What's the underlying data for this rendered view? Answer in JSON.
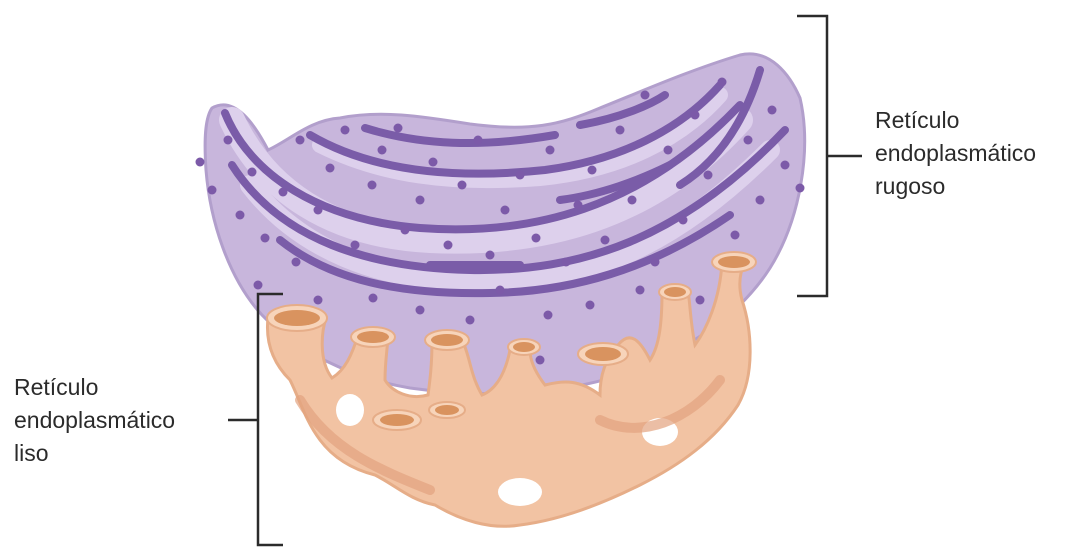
{
  "labels": {
    "rough_er": [
      "Retículo",
      "endoplasmático",
      "rugoso"
    ],
    "smooth_er": [
      "Retículo",
      "endoplasmático",
      "liso"
    ]
  },
  "colors": {
    "rough_er_body": "#c8b6dc",
    "rough_er_lumen": "#7a5ca8",
    "ribosome": "#7c5aa8",
    "smooth_er_body": "#f2c3a3",
    "smooth_er_shadow": "#e2a37f",
    "smooth_er_opening": "#d9935f",
    "bracket": "#2b2b2b"
  }
}
